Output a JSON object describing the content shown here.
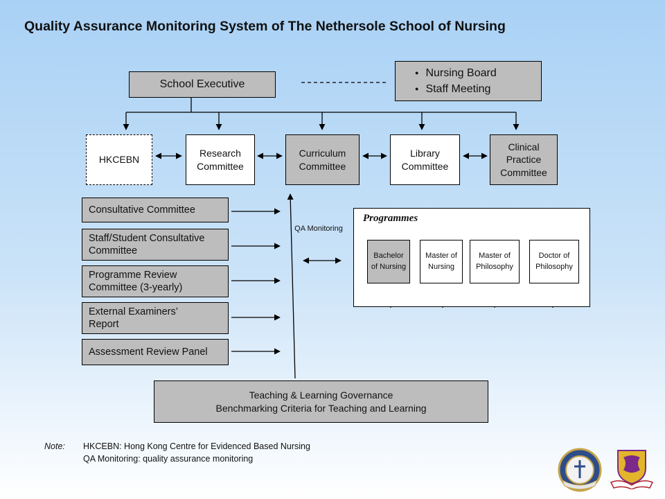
{
  "title": "Quality Assurance Monitoring System of The Nethersole School of Nursing",
  "school_executive": "School Executive",
  "board_items": [
    "Nursing Board",
    "Staff Meeting"
  ],
  "committees": {
    "hkcebn": "HKCEBN",
    "research": "Research Committee",
    "curriculum": "Curriculum Committee",
    "library": "Library Committee",
    "clinical": "Clinical Practice Committee"
  },
  "left_boxes": [
    "Consultative Committee",
    "Staff/Student Consultative Committee",
    "Programme Review Committee (3-yearly)",
    "External Examiners’ Report",
    "Assessment Review Panel"
  ],
  "qa_label": "QA Monitoring",
  "programmes": {
    "title": "Programmes",
    "items": [
      "Bachelor of Nursing",
      "Master of Nursing",
      "Master of Philosophy",
      "Doctor of Philosophy"
    ]
  },
  "governance": [
    "Teaching & Learning Governance",
    "Benchmarking Criteria for Teaching and Learning"
  ],
  "note": {
    "label": "Note:",
    "lines": [
      "HKCEBN:  Hong Kong Centre for Evidenced Based Nursing",
      "QA Monitoring: quality assurance monitoring"
    ]
  },
  "colors": {
    "box_gray": "#bdbdbd",
    "background_top": "#a9d1f5"
  }
}
